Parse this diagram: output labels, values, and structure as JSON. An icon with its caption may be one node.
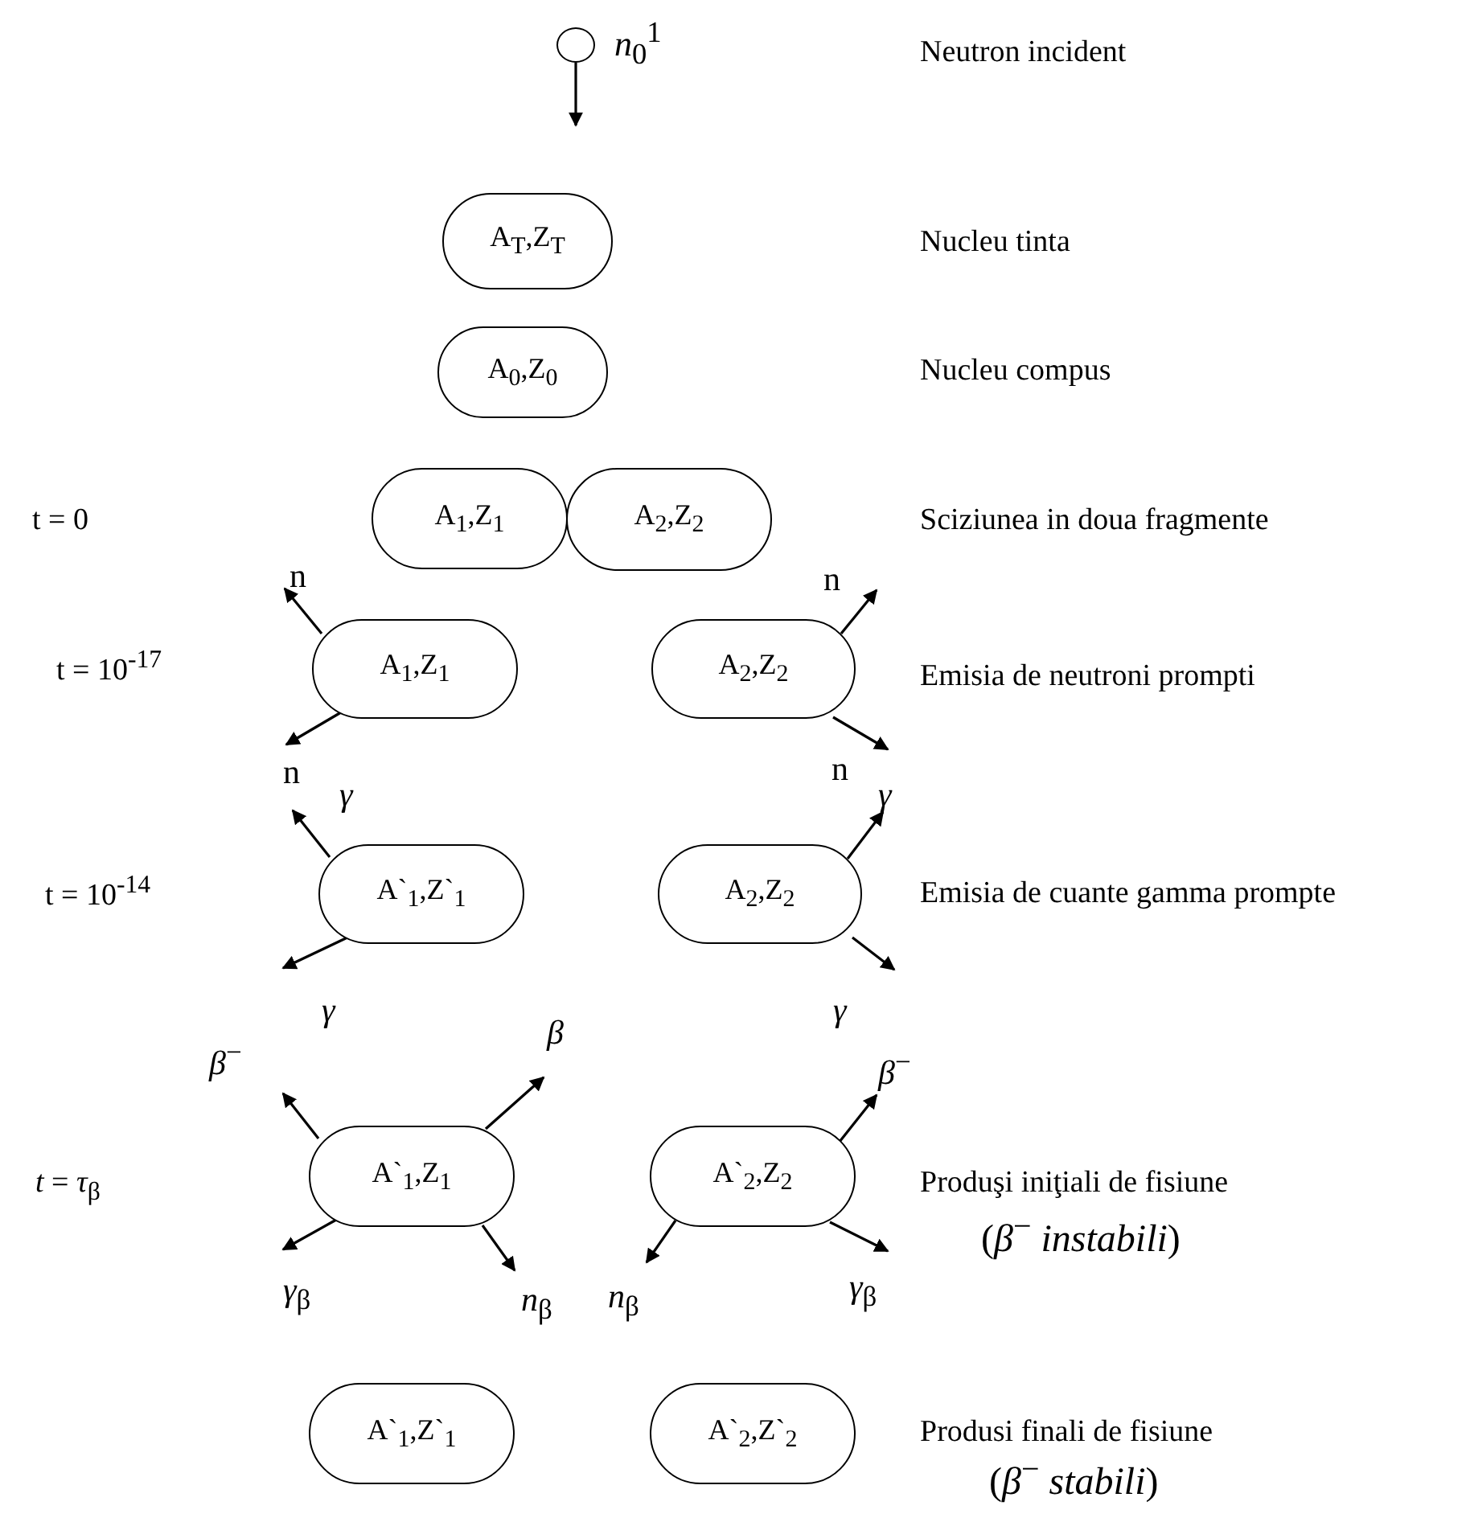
{
  "diagram": {
    "nodes": [
      {
        "text": [],
        "shape": "circle",
        "beside": [
          "*n*$_{0}$$^{1}$"
        ]
      },
      {
        "text": [
          "A$_{T}$,Z$_{T}$"
        ]
      },
      {
        "text": [
          "A$_{0}$,Z$_{0}$"
        ]
      },
      {
        "text": [
          "A$_{1}$,Z$_{1}$"
        ]
      },
      {
        "text": [
          "A$_{2}$,Z$_{2}$"
        ]
      },
      {
        "text": [
          "A$_{1}$,Z$_{1}$"
        ]
      },
      {
        "text": [
          "A$_{2}$,Z$_{2}$"
        ]
      },
      {
        "text": [
          "A`$_{1}$,Z`$_{1}$"
        ]
      },
      {
        "text": [
          "A$_{2}$,Z$_{2}$"
        ]
      },
      {
        "text": [
          "A`$_{1}$,Z$_{1}$"
        ]
      },
      {
        "text": [
          "A`$_{2}$,Z$_{2}$"
        ]
      },
      {
        "text": [
          "A`$_{1}$,Z`$_{1}$"
        ]
      },
      {
        "text": [
          "A`$_{2}$,Z`$_{2}$"
        ]
      }
    ],
    "edges": [
      {
        "from": 0,
        "to": null,
        "arrow": "to"
      },
      {
        "from": 5,
        "to": null,
        "arrow": "to",
        "label": "n"
      },
      {
        "from": 5,
        "to": null,
        "arrow": "to",
        "label": "n"
      },
      {
        "from": 6,
        "to": null,
        "arrow": "to",
        "label": "n"
      },
      {
        "from": 6,
        "to": null,
        "arrow": "to",
        "label": "n"
      },
      {
        "from": 7,
        "to": null,
        "arrow": "to",
        "label": "*γ*"
      },
      {
        "from": 7,
        "to": null,
        "arrow": "to",
        "label": "*γ*"
      },
      {
        "from": 8,
        "to": null,
        "arrow": "to",
        "label": "*γ*"
      },
      {
        "from": 8,
        "to": null,
        "arrow": "to",
        "label": "*γ*"
      },
      {
        "from": 9,
        "to": null,
        "arrow": "to",
        "label": "*β*$^{−}$"
      },
      {
        "from": 9,
        "to": null,
        "arrow": "to",
        "label": "*β*"
      },
      {
        "from": 9,
        "to": null,
        "arrow": "to",
        "label": "*γ*$_{β}$"
      },
      {
        "from": 9,
        "to": null,
        "arrow": "to",
        "label": "*n*$_{β}$"
      },
      {
        "from": 10,
        "to": null,
        "arrow": "to",
        "label": "*n*$_{β}$"
      },
      {
        "from": 10,
        "to": null,
        "arrow": "to",
        "label": "*β*$^{−}$"
      },
      {
        "from": 10,
        "to": null,
        "arrow": "to",
        "label": "*γ*$_{β}$"
      }
    ],
    "labels": [
      "Neutron incident",
      "Nucleu tinta",
      "Nucleu compus",
      "t = 0",
      "Sciziunea in doua fragmente",
      "t = 10$^{-17}$",
      "Emisia de neutroni prompti",
      "t = 10$^{-14}$",
      "Emisia de cuante gamma prompte",
      "*t* = *τ*$_{β}$",
      "Produşi iniţiali de fisiune",
      "(*β*$^{−}$ *instabili*)",
      "Produsi finali de fisiune",
      "(*β*$^{−}$ *stabili*)"
    ]
  }
}
